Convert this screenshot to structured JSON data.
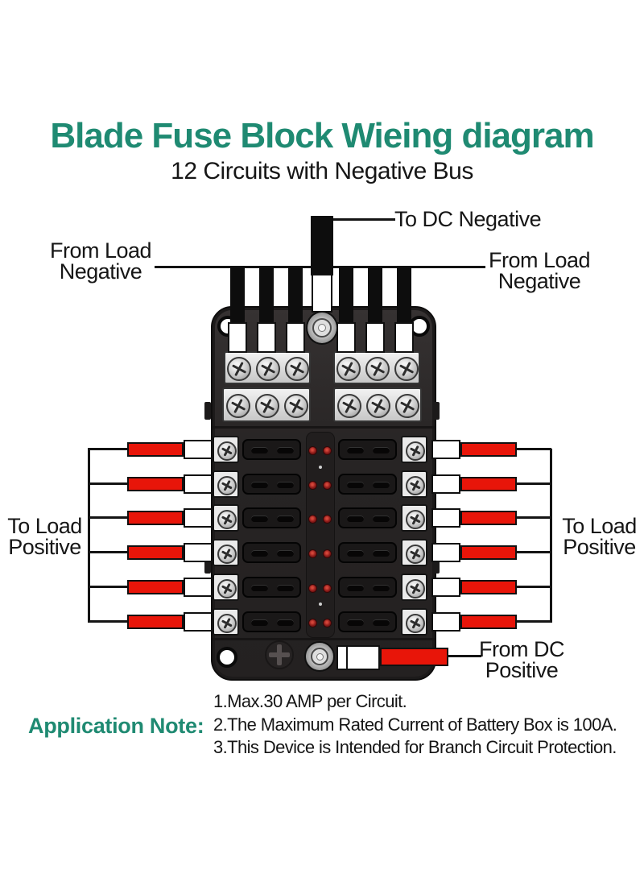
{
  "title": "Blade Fuse Block Wieing diagram",
  "subtitle": "12 Circuits with Negative Bus",
  "labels": {
    "to_dc_negative": "To DC Negative",
    "from_load_negative_left": "From Load\nNegative",
    "from_load_negative_right": "From Load\nNegative",
    "to_load_positive_left": "To Load\nPositive",
    "to_load_positive_right": "To Load\nPositive",
    "from_dc_positive": "From DC\nPositive"
  },
  "application_note": {
    "heading": "Application Note:",
    "items": [
      "1.Max.30 AMP per Circuit.",
      "2.The Maximum Rated Current of Battery Box is 100A.",
      "3.This Device is Intended for Branch Circuit Protection."
    ]
  },
  "diagram": {
    "circuit_rows": 6,
    "circuits_total": 12,
    "negative_bus_screws_per_strip": 3,
    "leds_per_circuit": 2
  },
  "colors": {
    "accent_teal": "#1f8a72",
    "wire_red": "#e81509",
    "led_red": "#8a1a18",
    "body_dark": "#2b2828"
  }
}
